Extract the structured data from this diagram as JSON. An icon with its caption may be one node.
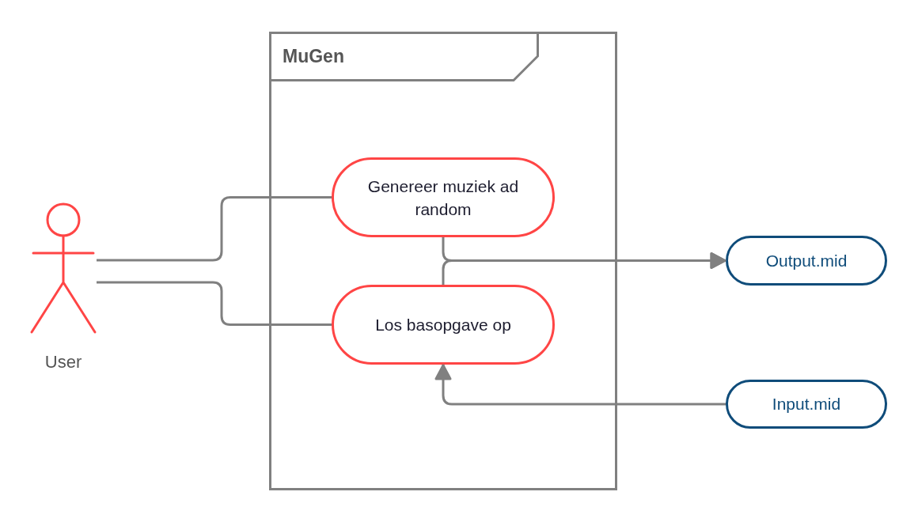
{
  "diagram": {
    "nodes": [
      {
        "text": [
          "MuGen"
        ]
      },
      {
        "text": [
          "Genereer muziek ad random"
        ],
        "in": 0
      },
      {
        "text": [
          "Los basopgave op"
        ],
        "in": 0
      },
      {
        "text": [
          "User"
        ]
      },
      {
        "text": [
          "Output.mid"
        ]
      },
      {
        "text": [
          "Input.mid"
        ]
      }
    ],
    "edges": [
      {
        "from": 3,
        "to": 1,
        "arrow": "none"
      },
      {
        "from": 3,
        "to": 2,
        "arrow": "none"
      },
      {
        "from": 1,
        "to": 4,
        "arrow": "to"
      },
      {
        "from": 2,
        "to": 4,
        "arrow": "to"
      },
      {
        "from": 5,
        "to": 2,
        "arrow": "to"
      }
    ]
  }
}
